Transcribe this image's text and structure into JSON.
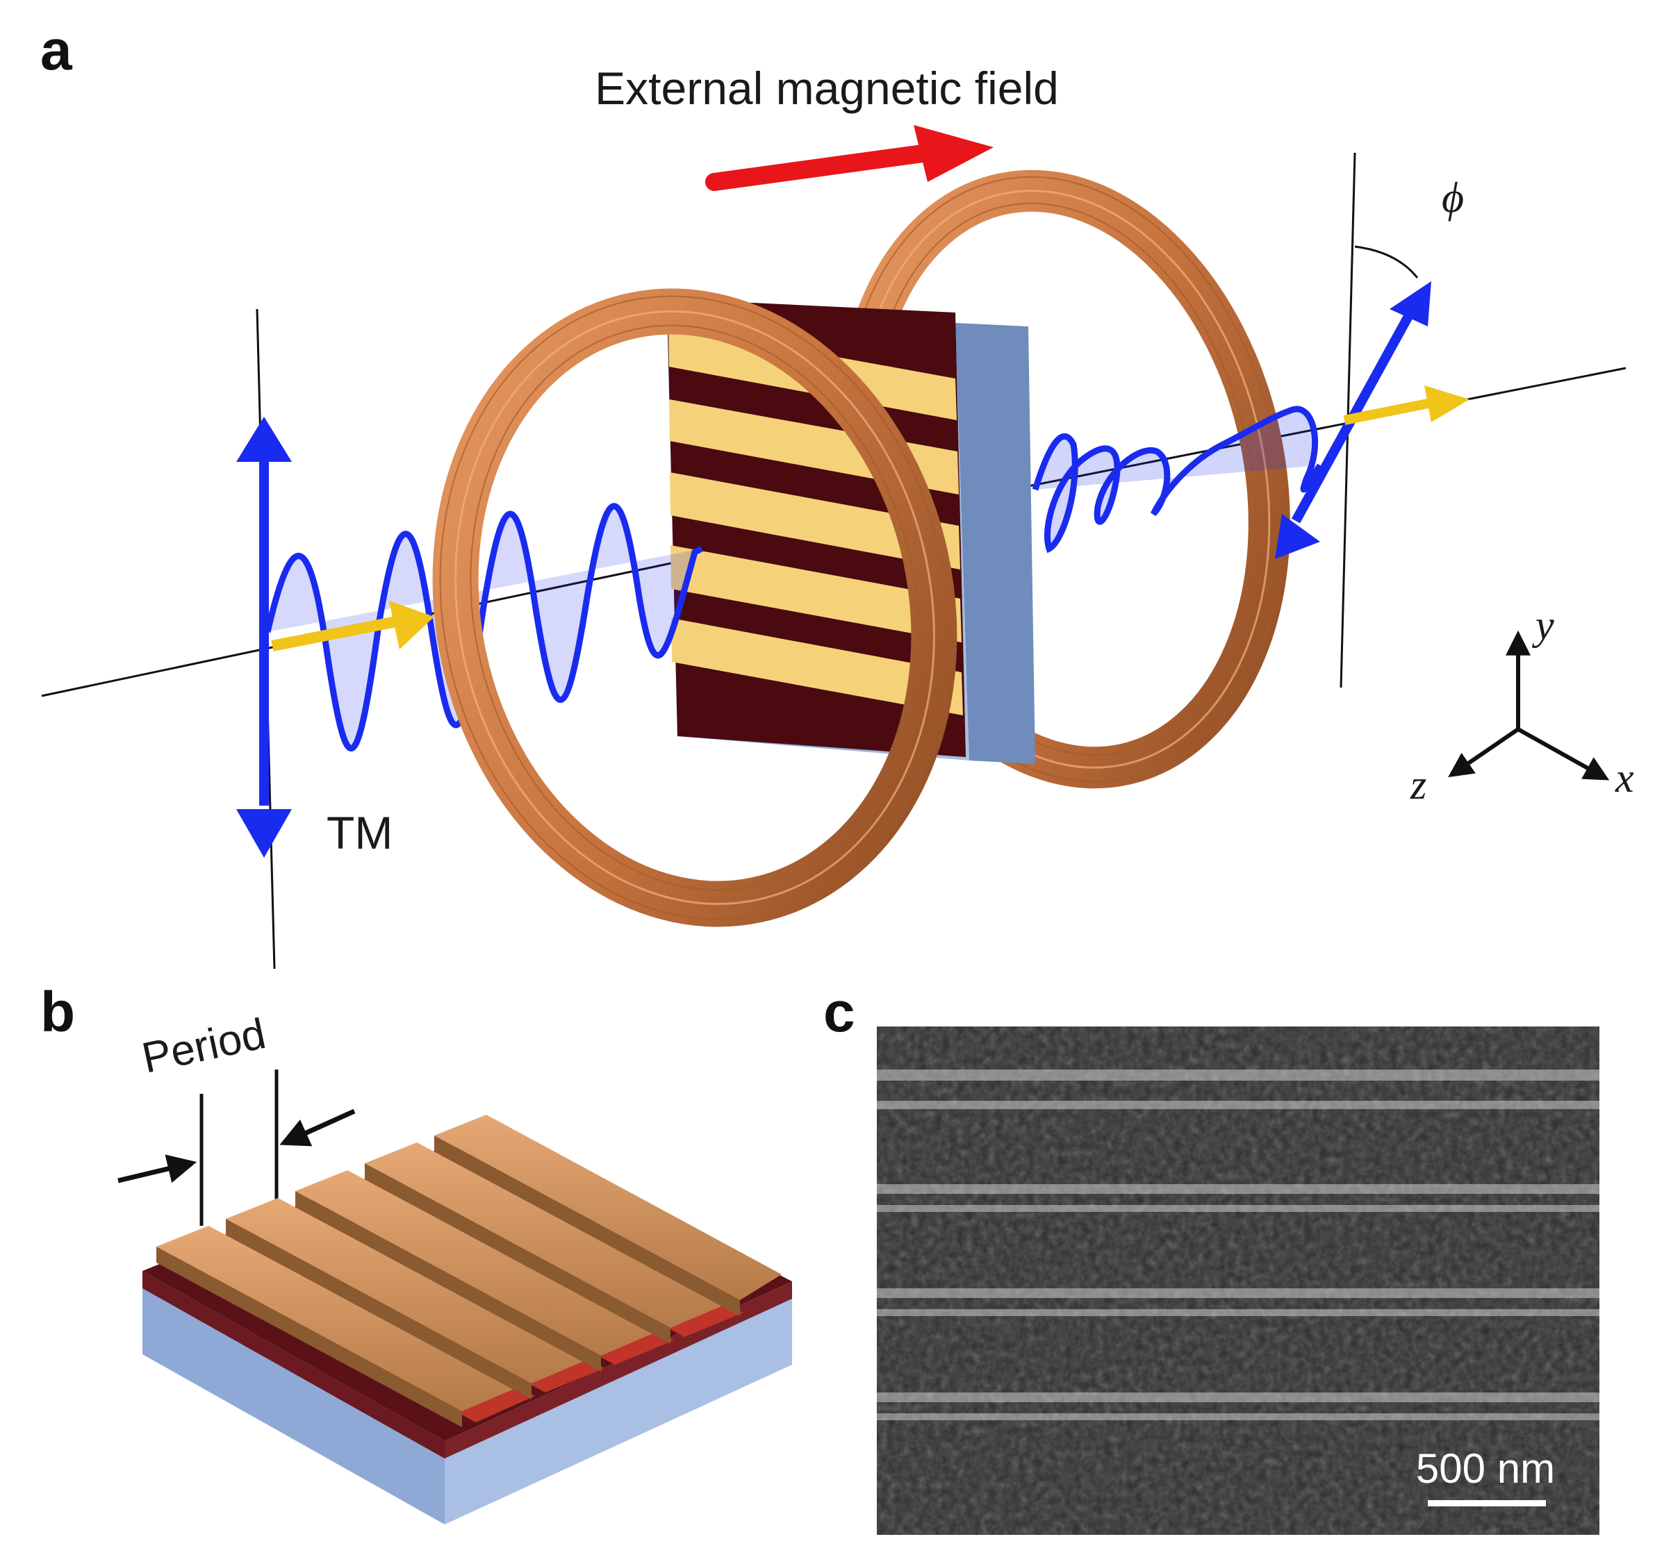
{
  "panels": {
    "a": {
      "letter": "a",
      "field_label": "External magnetic field",
      "polarization_label": "TM",
      "angle_label": "ϕ",
      "axes": {
        "x": "x",
        "y": "y",
        "z": "z"
      }
    },
    "b": {
      "letter": "b",
      "period_label": "Period"
    },
    "c": {
      "letter": "c",
      "scale_bar_label": "500 nm"
    }
  },
  "colors": {
    "coil": "#c8743f",
    "wave": "#1a2bf0",
    "field_arrow": "#e8151b",
    "propagation_arrow": "#f0c419",
    "grating_gold": "#f5d27a",
    "grating_dark": "#4a0a10",
    "substrate": "#8fa9d6"
  }
}
